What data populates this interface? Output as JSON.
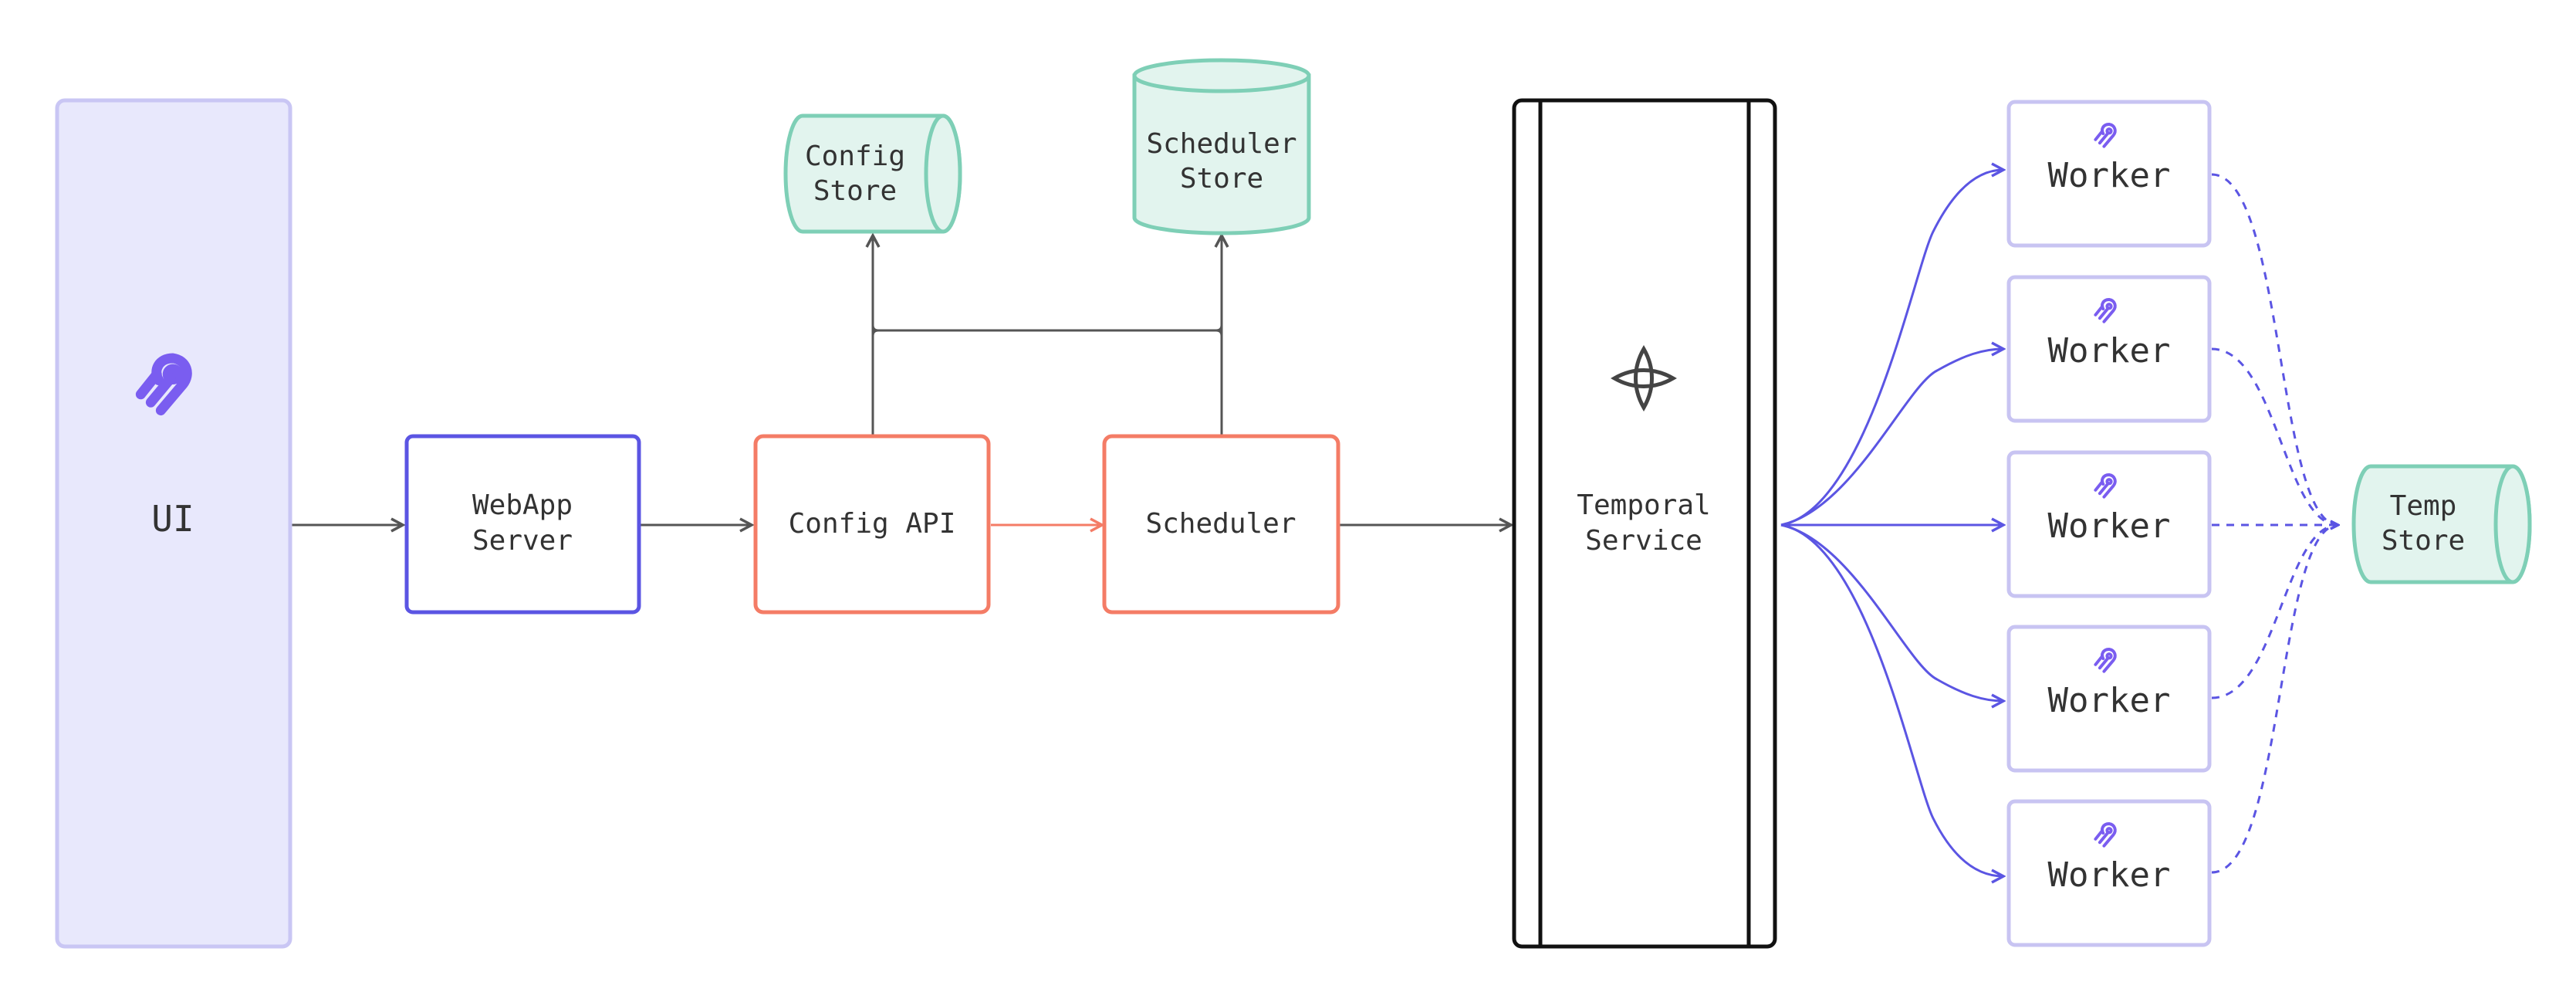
{
  "colors": {
    "ui_fill": "#e8e8fc",
    "ui_stroke": "#c9c6f4",
    "webapp_stroke": "#5b55e3",
    "config_stroke": "#f47c66",
    "store_fill": "#e2f4ee",
    "store_stroke": "#7ecfb6",
    "worker_stroke": "#c8c4f2",
    "link_purple": "#5b55e3",
    "link_gray": "#555555",
    "link_orange": "#f47c66",
    "temporal_stroke": "#111111",
    "logo_purple": "#7a5df0"
  },
  "nodes": {
    "ui": {
      "label": "UI",
      "icon": "airbyte-logo-icon"
    },
    "webapp": {
      "line1": "WebApp",
      "line2": "Server"
    },
    "config_api": {
      "label": "Config API"
    },
    "scheduler": {
      "label": "Scheduler"
    },
    "config_store": {
      "line1": "Config",
      "line2": "Store"
    },
    "scheduler_store": {
      "line1": "Scheduler",
      "line2": "Store"
    },
    "temporal": {
      "line1": "Temporal",
      "line2": "Service",
      "icon": "temporal-logo-icon"
    },
    "temp_store": {
      "line1": "Temp",
      "line2": "Store"
    },
    "workers": [
      {
        "label": "Worker",
        "icon": "airbyte-logo-icon"
      },
      {
        "label": "Worker",
        "icon": "airbyte-logo-icon"
      },
      {
        "label": "Worker",
        "icon": "airbyte-logo-icon"
      },
      {
        "label": "Worker",
        "icon": "airbyte-logo-icon"
      },
      {
        "label": "Worker",
        "icon": "airbyte-logo-icon"
      }
    ]
  }
}
